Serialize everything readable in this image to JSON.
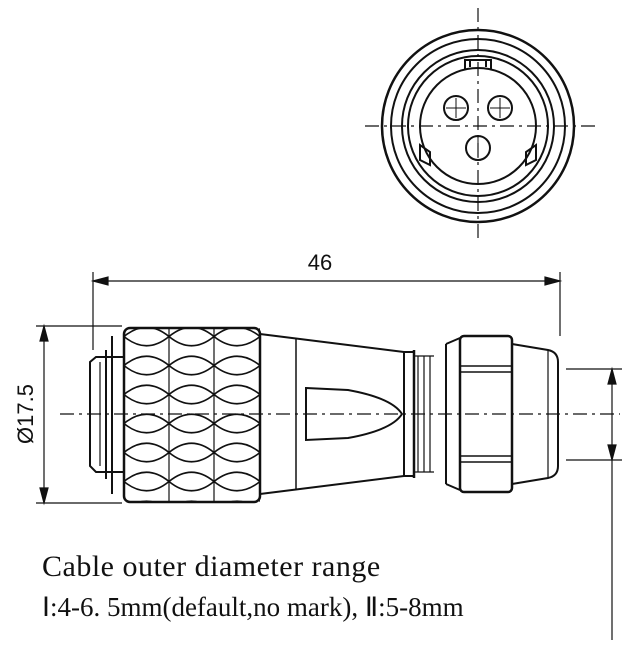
{
  "dimensions": {
    "length": "46",
    "diameter": "Ø17.5"
  },
  "caption": {
    "line1": "Cable outer  diameter range",
    "line2": "Ⅰ:4-6. 5mm(default,no mark),  Ⅱ:5-8mm"
  },
  "colors": {
    "stroke": "#111111",
    "background": "#ffffff"
  }
}
